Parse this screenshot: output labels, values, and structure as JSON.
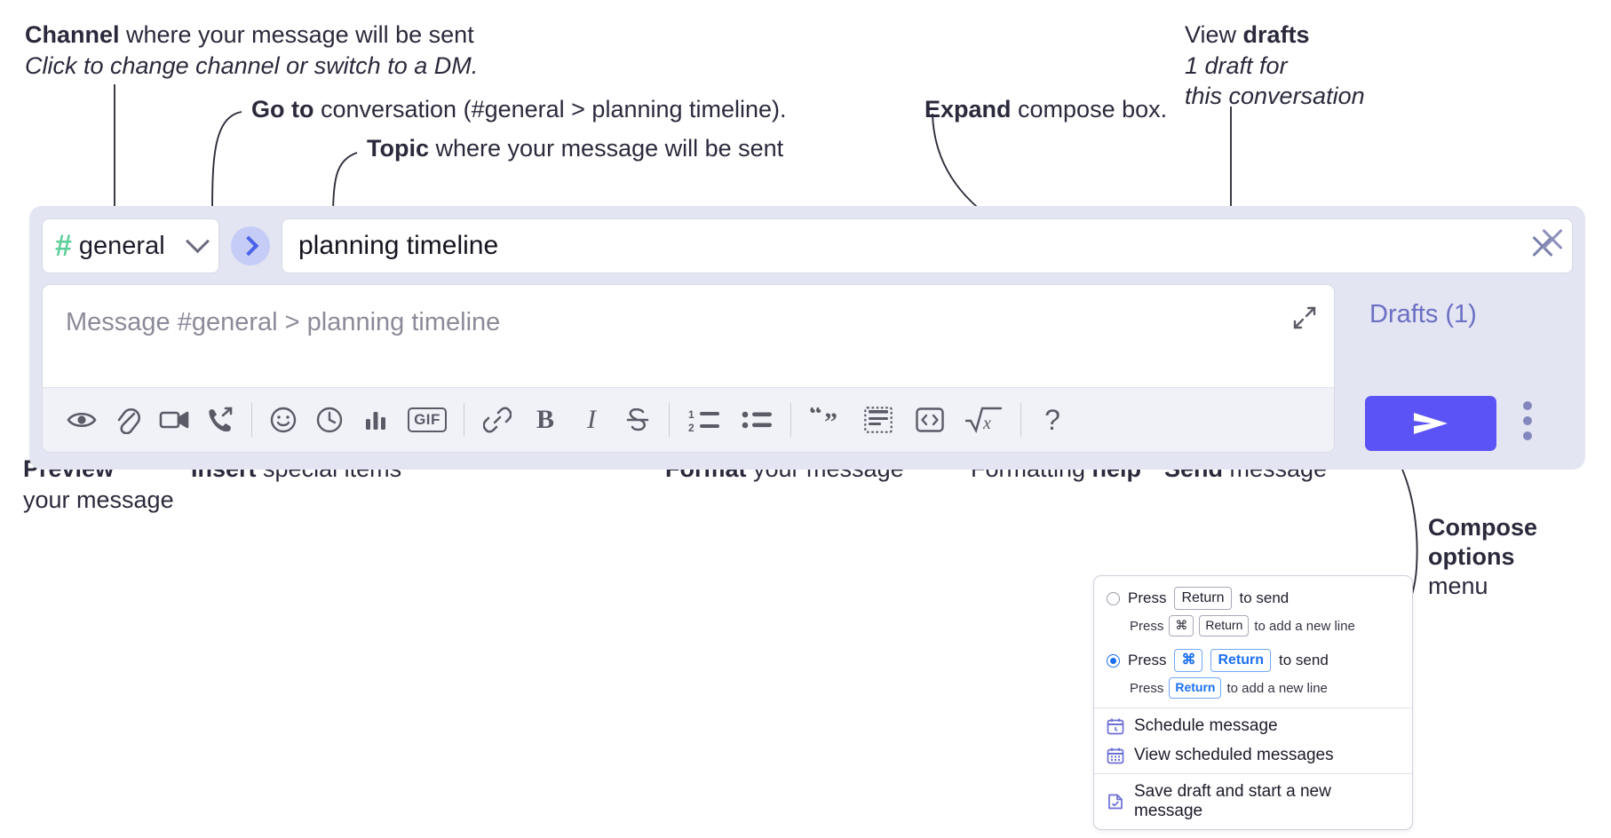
{
  "annotations": {
    "channel": {
      "bold": "Channel",
      "rest": " where your message will be sent",
      "italic": "Click to change channel or switch to a DM."
    },
    "goto": {
      "bold": "Go to",
      "rest": " conversation (#general > planning timeline)."
    },
    "topic": {
      "bold": "Topic",
      "rest": " where your message will be sent"
    },
    "expand": {
      "bold": "Expand",
      "rest": " compose box."
    },
    "drafts": {
      "lead": "View ",
      "bold": "drafts",
      "italic1": "1 draft for",
      "italic2": "this conversation"
    },
    "preview": {
      "bold": "Preview",
      "rest": "your message"
    },
    "insert": {
      "bold": "Insert",
      "rest": " special items"
    },
    "format": {
      "bold": "Format",
      "rest": " your message"
    },
    "help": {
      "lead": "Formatting ",
      "bold": "help"
    },
    "send": {
      "bold": "Send",
      "rest": " message"
    },
    "compose_options": {
      "bold1": "Compose",
      "bold2": "options",
      "rest": "menu"
    }
  },
  "compose": {
    "channel": {
      "hash": "#",
      "name": "general"
    },
    "topic": {
      "value": "planning timeline"
    },
    "message": {
      "placeholder": "Message #general > planning timeline"
    },
    "drafts_label": "Drafts (1)",
    "gif_label": "GIF",
    "bold_label": "B",
    "italic_label": "I",
    "help_label": "?",
    "toolbar_icons": [
      "preview-eye-icon",
      "attachment-paperclip-icon",
      "video-camera-icon",
      "phone-forward-icon",
      "emoji-smiley-icon",
      "clock-icon",
      "poll-bars-icon",
      "gif-icon",
      "link-icon",
      "bold-icon",
      "italic-icon",
      "strikethrough-icon",
      "ordered-list-icon",
      "bulleted-list-icon",
      "blockquote-icon",
      "code-block-icon",
      "inline-code-icon",
      "math-formula-icon",
      "formatting-help-icon"
    ]
  },
  "options_menu": {
    "option1": {
      "press": "Press",
      "key": "Return",
      "tail": "to send",
      "sub_press": "Press",
      "sub_key1": "⌘",
      "sub_key2": "Return",
      "sub_tail": "to add a new line",
      "selected": false
    },
    "option2": {
      "press": "Press",
      "key1": "⌘",
      "key2": "Return",
      "tail": "to send",
      "sub_press": "Press",
      "sub_key": "Return",
      "sub_tail": "to add a new line",
      "selected": true
    },
    "items": [
      {
        "label": "Schedule message",
        "icon": "calendar-clock-icon"
      },
      {
        "label": "View scheduled messages",
        "icon": "calendar-grid-icon"
      },
      {
        "label": "Save draft and start a new message",
        "icon": "draft-check-icon"
      }
    ]
  },
  "colors": {
    "panel_bg": "#e3e5f2",
    "send_button": "#5b53f5",
    "hash_green": "#5fcf9a",
    "drafts_text": "#6b6fc4",
    "goto_circle": "#c5cdf7",
    "accent_blue": "#1a6ff0"
  }
}
